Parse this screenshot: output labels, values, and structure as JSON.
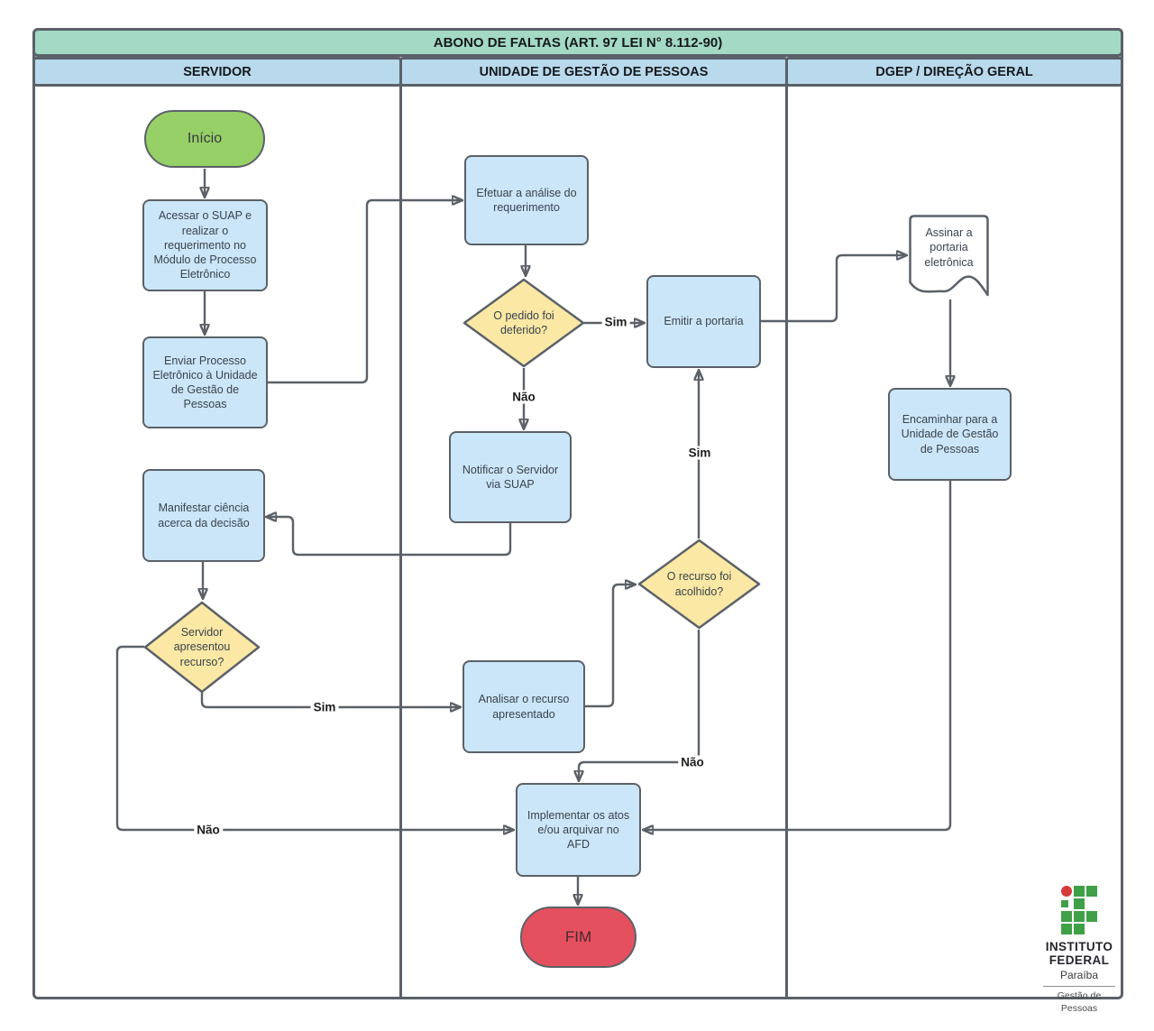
{
  "title": "ABONO DE FALTAS (ART. 97 LEI N° 8.112-90)",
  "lanes": [
    {
      "label": "SERVIDOR"
    },
    {
      "label": "UNIDADE DE GESTÃO DE PESSOAS"
    },
    {
      "label": "DGEP / DIREÇÃO GERAL"
    }
  ],
  "nodes": {
    "inicio": {
      "type": "start",
      "label": "Início"
    },
    "acessar": {
      "type": "process",
      "label": "Acessar o SUAP e realizar o requerimento no Módulo de Processo Eletrônico"
    },
    "enviar": {
      "type": "process",
      "label": "Enviar Processo Eletrônico à Unidade de Gestão de Pessoas"
    },
    "efetuar": {
      "type": "process",
      "label": "Efetuar a análise do requerimento"
    },
    "deferido": {
      "type": "decision",
      "label": "O pedido foi deferido?"
    },
    "emitir": {
      "type": "process",
      "label": "Emitir a portaria"
    },
    "assinar": {
      "type": "document",
      "label": "Assinar a portaria eletrônica"
    },
    "encaminhar": {
      "type": "process",
      "label": "Encaminhar para a Unidade de Gestão de Pessoas"
    },
    "notificar": {
      "type": "process",
      "label": "Notificar o Servidor via SUAP"
    },
    "manifestar": {
      "type": "process",
      "label": "Manifestar ciência acerca da decisão"
    },
    "recurso": {
      "type": "decision",
      "label": "Servidor apresentou recurso?"
    },
    "analisar": {
      "type": "process",
      "label": "Analisar o recurso apresentado"
    },
    "acolhido": {
      "type": "decision",
      "label": "O recurso foi acolhido?"
    },
    "implementar": {
      "type": "process",
      "label": "Implementar os atos e/ou arquivar no AFD"
    },
    "fim": {
      "type": "end",
      "label": "FIM"
    }
  },
  "edge_labels": {
    "deferido_sim": "Sim",
    "deferido_nao": "Não",
    "recurso_sim": "Sim",
    "recurso_nao": "Não",
    "acolhido_sim": "Sim",
    "acolhido_nao": "Não"
  },
  "logo": {
    "line1": "INSTITUTO",
    "line2": "FEDERAL",
    "line3": "Paraíba",
    "line4": "Gestão de",
    "line5": "Pessoas"
  },
  "colors": {
    "title_fill": "#a3d9c5",
    "header_fill": "#b9d9ec",
    "process_fill": "#cbe6f8",
    "decision_fill": "#fae8a4",
    "start_fill": "#97d067",
    "end_fill": "#e5505f",
    "stroke": "#5b6168",
    "logo_green": "#3fa047",
    "logo_red": "#d63b3c"
  }
}
